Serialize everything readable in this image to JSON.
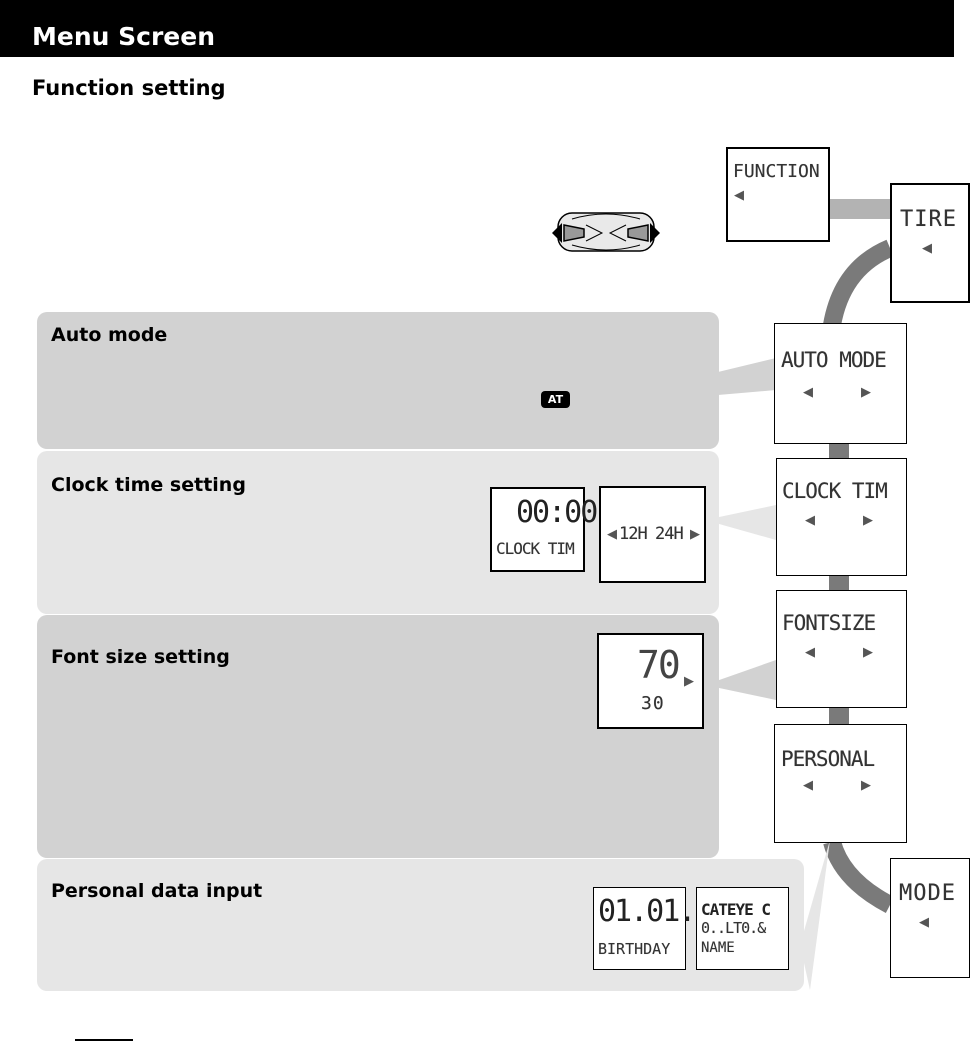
{
  "header": {
    "title": "Menu Screen"
  },
  "section": {
    "title": "Function setting"
  },
  "panels": {
    "auto_mode": {
      "title": "Auto mode",
      "badge": "AT"
    },
    "clock_time": {
      "title": "Clock time setting",
      "lcd_time": {
        "value": "00:00",
        "label": "CLOCK TIM"
      },
      "lcd_format": {
        "option_a": "12H",
        "option_b": "24H"
      }
    },
    "font_size": {
      "title": "Font size setting",
      "lcd": {
        "big": "70",
        "small": "30"
      }
    },
    "personal": {
      "title": "Personal data input",
      "lcd_birthday": {
        "value": "01.01.",
        "label": "BIRTHDAY"
      },
      "lcd_name": {
        "line1": "CATEYE C",
        "line2": "0..LT0.&",
        "label": "NAME"
      }
    }
  },
  "menu_screens": {
    "function": "FUNCTION",
    "tire": "TIRE",
    "auto_mode": "AUTO MODE",
    "clock_time": "CLOCK TIM",
    "font_size": "FONTSIZE",
    "personal": "PERSONAL",
    "mode": "MODE"
  },
  "icons": {
    "arrow_left": "◀",
    "arrow_right": "▶"
  },
  "colors": {
    "header_bg": "#000000",
    "panel_dark": "#d2d2d2",
    "panel_light": "#e6e6e6",
    "connector": "#7a7a7a"
  }
}
